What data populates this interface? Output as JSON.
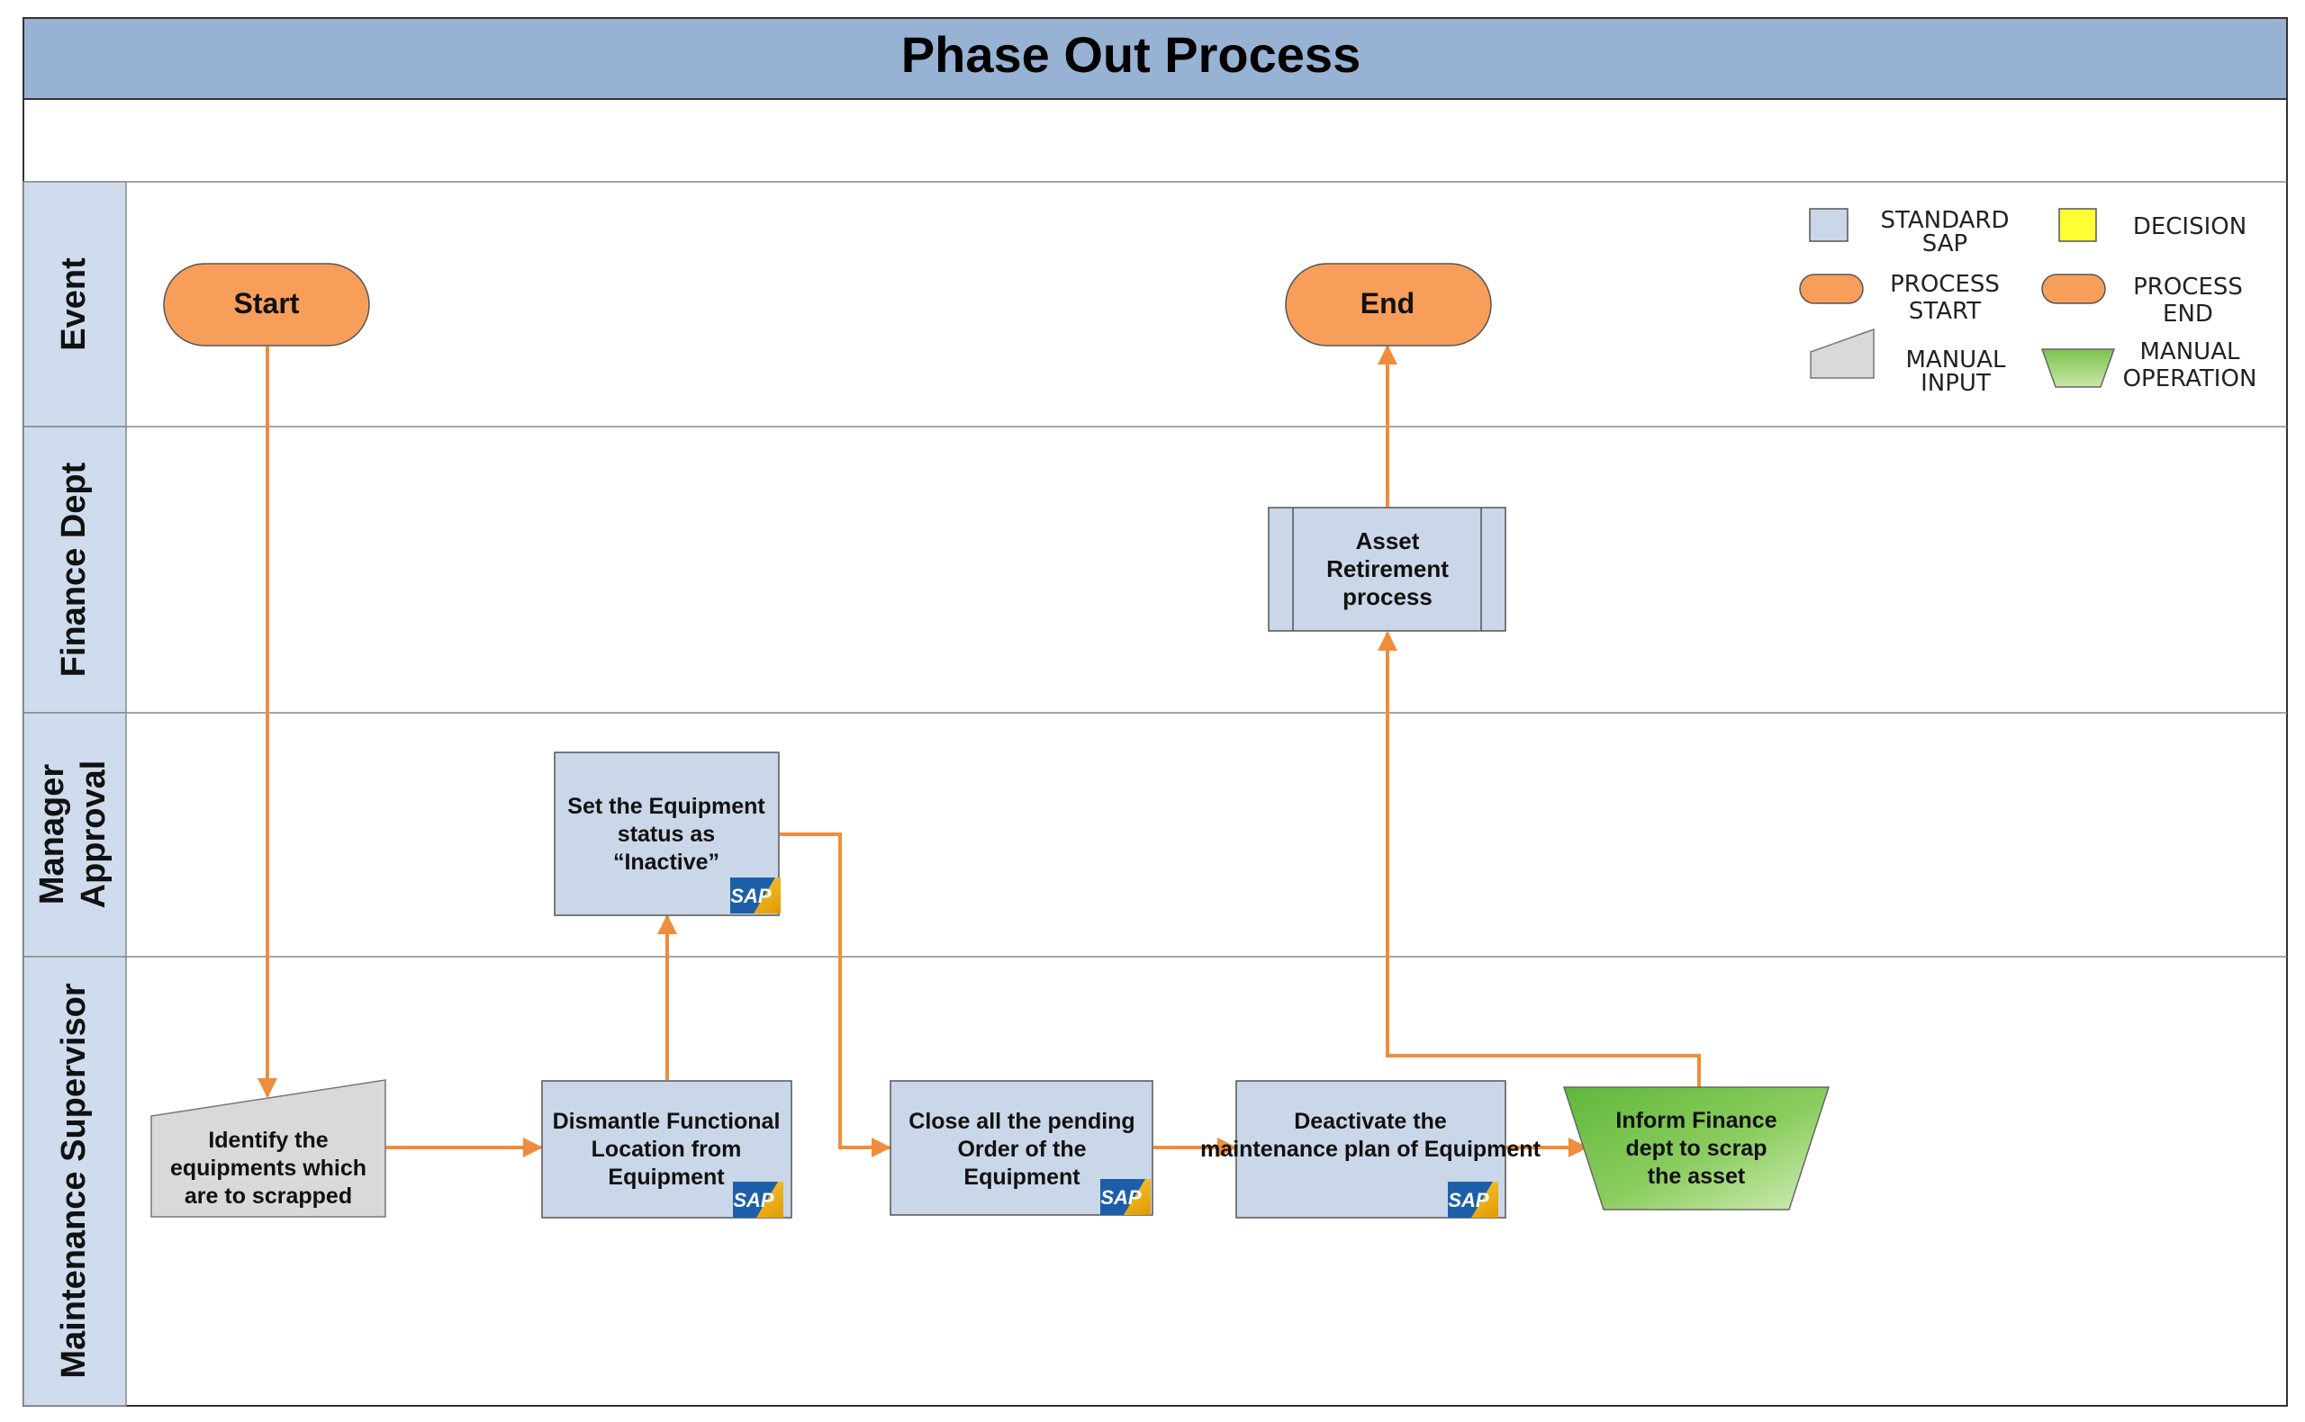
{
  "diagram": {
    "title": "Phase Out Process",
    "lanes": [
      "Event",
      "Finance Dept",
      "Manager Approval",
      "Maintenance Supervisor"
    ],
    "nodes": {
      "start": "Start",
      "end": "End",
      "identify": "Identify the equipments which are to scrapped",
      "dismantle": "Dismantle Functional Location from Equipment",
      "set_status": "Set the Equipment status as “Inactive”",
      "close_orders": "Close all the pending Order of the Equipment",
      "deactivate": "Deactivate the maintenance plan of Equipment",
      "inform_finance": "Inform Finance dept to scrap the asset",
      "asset_retirement": "Asset Retirement process"
    },
    "sap_badge": "SAP",
    "legend": {
      "standard_sap": "STANDARD SAP",
      "decision": "DECISION",
      "process_start": "PROCESS START",
      "process_end": "PROCESS END",
      "manual_input": "MANUAL INPUT",
      "manual_operation": "MANUAL OPERATION"
    }
  },
  "colors": {
    "header": "#98b2d3",
    "lane_label": "#cfdced",
    "sap_box": "#cad7e8",
    "terminal": "#f79e5a",
    "arrow": "#ef8d3c",
    "manual_input": "#d9d9d9",
    "manual_op": "#86c95c",
    "decision": "#ffff33",
    "sap_yellow": "#f1b30c",
    "sap_blue": "#1d5ea8"
  }
}
